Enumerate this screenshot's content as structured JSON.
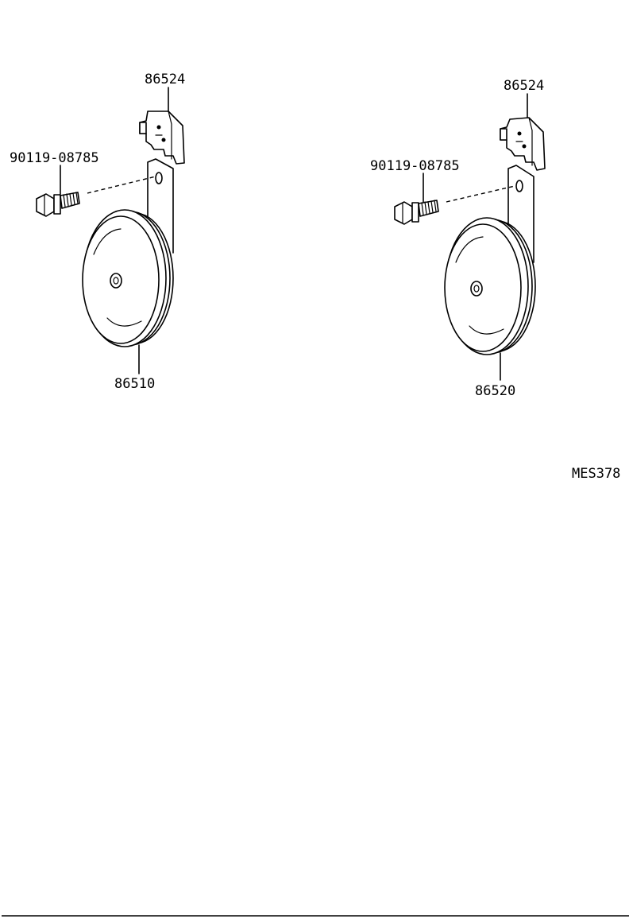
{
  "parts": {
    "left": {
      "bracket_label": "86524",
      "bolt_label": "90119-08785",
      "horn_label": "86510"
    },
    "right": {
      "bracket_label": "86524",
      "bolt_label": "90119-08785",
      "horn_label": "86520"
    }
  },
  "diagram_code": "MES378"
}
